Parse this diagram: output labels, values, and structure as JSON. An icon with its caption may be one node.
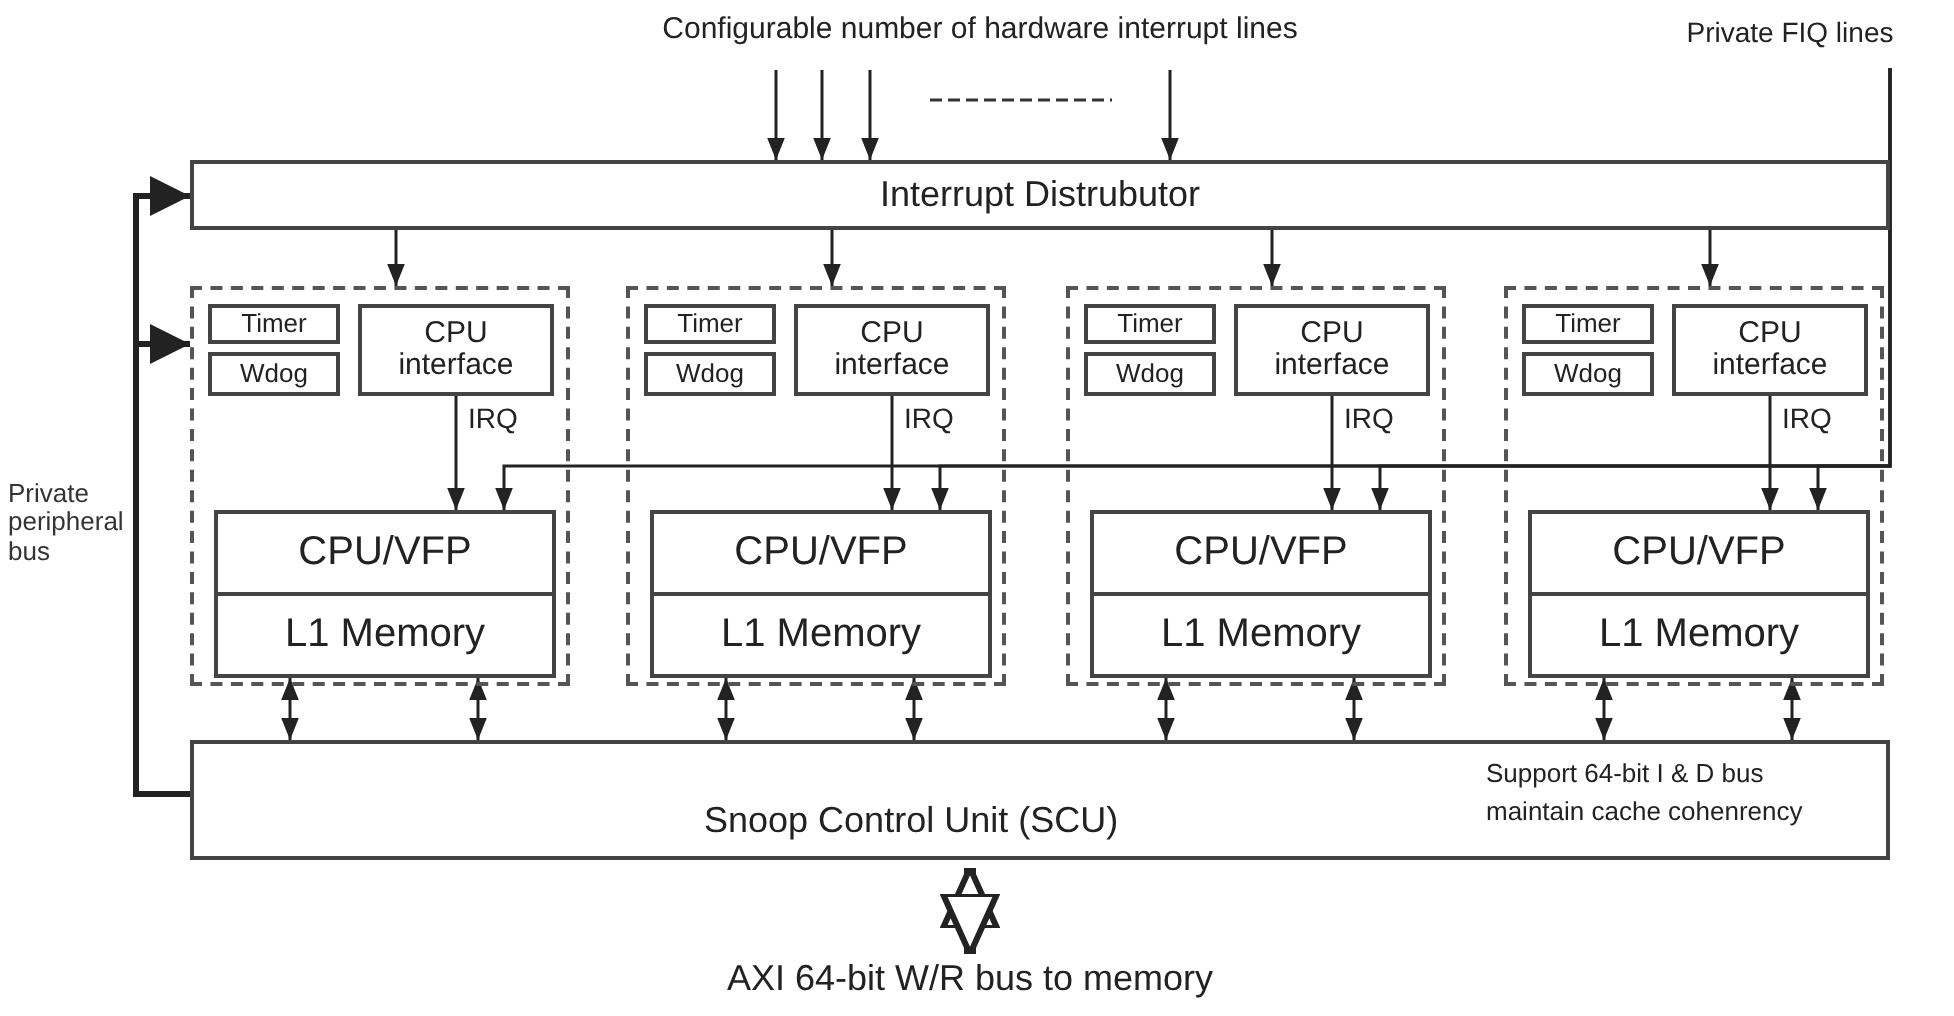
{
  "diagram": {
    "nodes": [
      {
        "text": [
          "Configurable number of hardware interrupt lines"
        ]
      },
      {
        "text": [
          "Private FIQ lines"
        ]
      },
      {
        "text": [
          "Interrupt Distrubutor"
        ]
      },
      {
        "text": [],
        "shape": "box"
      },
      {
        "text": [
          "Timer"
        ],
        "in": 3
      },
      {
        "text": [
          "Wdog"
        ],
        "in": 3
      },
      {
        "text": [
          "CPU interface"
        ],
        "in": 3
      },
      {
        "text": [
          "CPU/VFP",
          "L1 Memory"
        ],
        "in": 3
      },
      {
        "text": [],
        "shape": "box"
      },
      {
        "text": [
          "Timer"
        ],
        "in": 8
      },
      {
        "text": [
          "Wdog"
        ],
        "in": 8
      },
      {
        "text": [
          "CPU interface"
        ],
        "in": 8
      },
      {
        "text": [
          "CPU/VFP",
          "L1 Memory"
        ],
        "in": 8
      },
      {
        "text": [],
        "shape": "box"
      },
      {
        "text": [
          "Timer"
        ],
        "in": 13
      },
      {
        "text": [
          "Wdog"
        ],
        "in": 13
      },
      {
        "text": [
          "CPU interface"
        ],
        "in": 13
      },
      {
        "text": [
          "CPU/VFP",
          "L1 Memory"
        ],
        "in": 13
      },
      {
        "text": [],
        "shape": "box"
      },
      {
        "text": [
          "Timer"
        ],
        "in": 18
      },
      {
        "text": [
          "Wdog"
        ],
        "in": 18
      },
      {
        "text": [
          "CPU interface"
        ],
        "in": 18
      },
      {
        "text": [
          "CPU/VFP",
          "L1 Memory"
        ],
        "in": 18
      },
      {
        "text": [
          "Snoop Control Unit (SCU)",
          "Support 64-bit I & D bus maintain cache cohenrency"
        ]
      },
      {
        "text": [
          "AXI 64-bit W/R bus to memory"
        ]
      }
    ],
    "edges": [
      {
        "from": 0,
        "to": 2,
        "arrow": "to"
      },
      {
        "from": 0,
        "to": 2,
        "arrow": "to"
      },
      {
        "from": 0,
        "to": 2,
        "arrow": "to"
      },
      {
        "from": 0,
        "to": 2,
        "arrow": "to"
      },
      {
        "from": 1,
        "to": 7,
        "arrow": "to"
      },
      {
        "from": 1,
        "to": 12,
        "arrow": "to"
      },
      {
        "from": 1,
        "to": 17,
        "arrow": "to"
      },
      {
        "from": 1,
        "to": 22,
        "arrow": "to"
      },
      {
        "from": 2,
        "to": 3,
        "arrow": "to"
      },
      {
        "from": 2,
        "to": 8,
        "arrow": "to"
      },
      {
        "from": 2,
        "to": 13,
        "arrow": "to"
      },
      {
        "from": 2,
        "to": 18,
        "arrow": "to"
      },
      {
        "from": 6,
        "to": 7,
        "arrow": "to",
        "label": "IRQ"
      },
      {
        "from": 11,
        "to": 12,
        "arrow": "to",
        "label": "IRQ"
      },
      {
        "from": 16,
        "to": 17,
        "arrow": "to",
        "label": "IRQ"
      },
      {
        "from": 21,
        "to": 22,
        "arrow": "to",
        "label": "IRQ"
      },
      {
        "from": 7,
        "to": 23,
        "arrow": "both"
      },
      {
        "from": 7,
        "to": 23,
        "arrow": "both"
      },
      {
        "from": 12,
        "to": 23,
        "arrow": "both"
      },
      {
        "from": 12,
        "to": 23,
        "arrow": "both"
      },
      {
        "from": 17,
        "to": 23,
        "arrow": "both"
      },
      {
        "from": 17,
        "to": 23,
        "arrow": "both"
      },
      {
        "from": 22,
        "to": 23,
        "arrow": "both"
      },
      {
        "from": 22,
        "to": 23,
        "arrow": "both"
      },
      {
        "from": 23,
        "to": 2,
        "arrow": "to",
        "style": "thick"
      },
      {
        "from": 23,
        "to": 3,
        "arrow": "to",
        "style": "thick"
      },
      {
        "from": 23,
        "to": 24,
        "arrow": "both",
        "style": "thick"
      }
    ],
    "labels": [
      "Private peripheral bus"
    ]
  }
}
